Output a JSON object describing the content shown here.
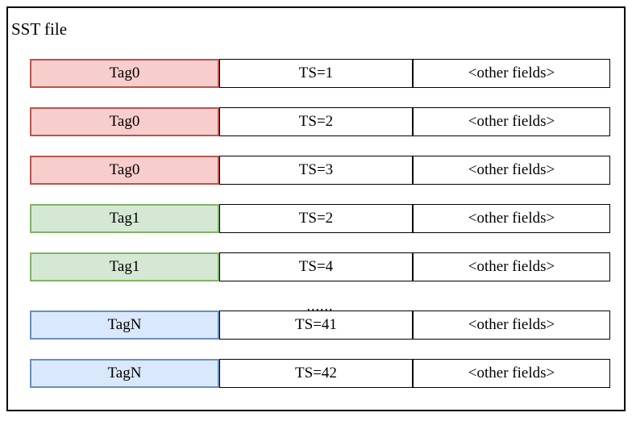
{
  "title": "SST file",
  "ellipsis_label": "......",
  "colors": {
    "red_fill": "#f8cecc",
    "red_border": "#b85450",
    "green_fill": "#d5e8d4",
    "green_border": "#82b366",
    "blue_fill": "#dae8fc",
    "blue_border": "#6c8ebf",
    "cell_border": "#000000"
  },
  "rows": [
    {
      "tag": "Tag0",
      "ts": "TS=1",
      "other": "<other fields>",
      "color": "red"
    },
    {
      "tag": "Tag0",
      "ts": "TS=2",
      "other": "<other fields>",
      "color": "red"
    },
    {
      "tag": "Tag0",
      "ts": "TS=3",
      "other": "<other fields>",
      "color": "red"
    },
    {
      "tag": "Tag1",
      "ts": "TS=2",
      "other": "<other fields>",
      "color": "green"
    },
    {
      "tag": "Tag1",
      "ts": "TS=4",
      "other": "<other fields>",
      "color": "green"
    },
    {
      "type": "ellipsis"
    },
    {
      "tag": "TagN",
      "ts": "TS=41",
      "other": "<other fields>",
      "color": "blue"
    },
    {
      "tag": "TagN",
      "ts": "TS=42",
      "other": "<other fields>",
      "color": "blue"
    }
  ]
}
